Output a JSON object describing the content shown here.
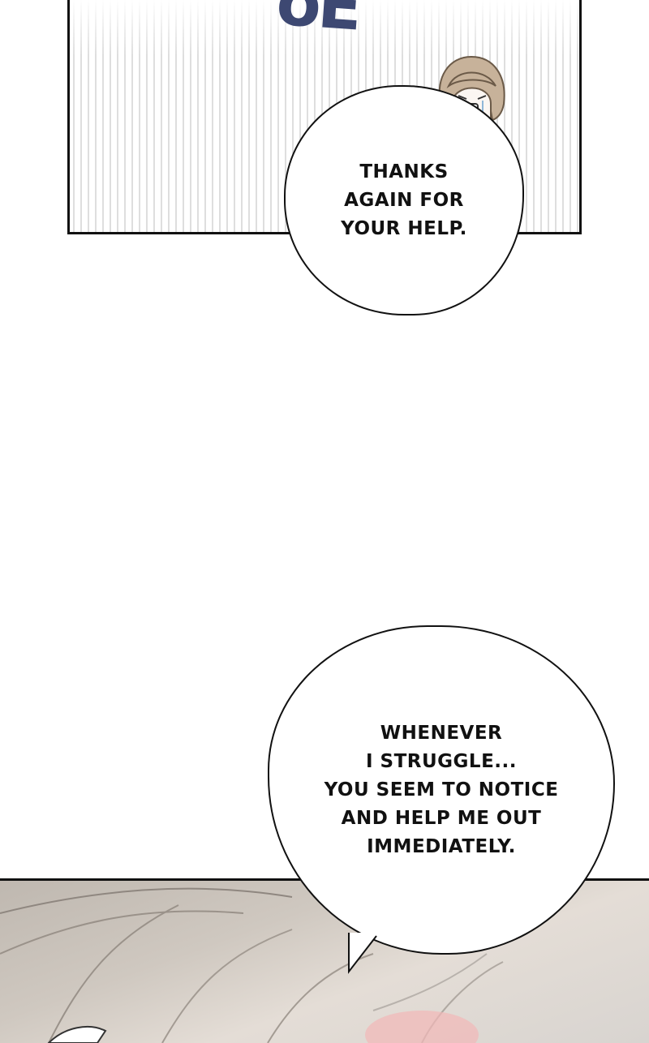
{
  "panels": {
    "top": {
      "sfx_text": "oE"
    }
  },
  "bubbles": [
    {
      "lines": [
        "THANKS",
        "AGAIN FOR",
        "YOUR HELP."
      ]
    },
    {
      "lines": [
        "WHENEVER",
        "I STRUGGLE...",
        "YOU SEEM TO NOTICE",
        "AND HELP ME OUT",
        "IMMEDIATELY."
      ]
    }
  ],
  "colors": {
    "sfx": "#3d4872",
    "ink": "#111111",
    "hair": "#c9c1b8"
  }
}
